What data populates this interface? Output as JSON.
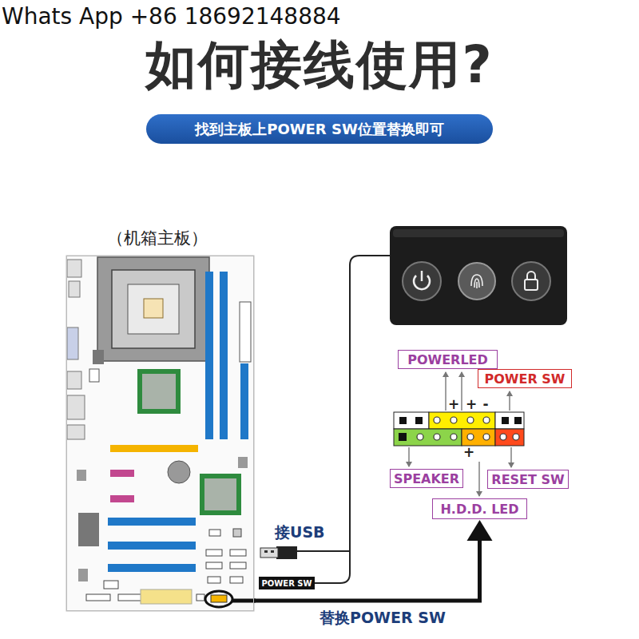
{
  "diagram": {
    "title": "如何接线使用?",
    "nodes": [
      {
        "text": [
          "找到主板上POWER SW位置替换即可"
        ]
      },
      {
        "text": [
          "（机箱主板）"
        ]
      },
      {
        "text": [
          "POWERLED"
        ]
      },
      {
        "text": [
          "POWER SW"
        ]
      },
      {
        "text": [
          "SPEAKER"
        ]
      },
      {
        "text": [
          "RESET SW"
        ]
      },
      {
        "text": [
          "H.D.D. LED"
        ]
      },
      {
        "text": [
          "POWER SW"
        ]
      }
    ],
    "edges": [
      {
        "from": 1,
        "to": 6,
        "arrow": "to",
        "label": "替换POWER SW"
      }
    ],
    "labels": [
      "Whats App +86 18692148884",
      "+",
      "+",
      "-",
      "+",
      "接USB"
    ]
  }
}
